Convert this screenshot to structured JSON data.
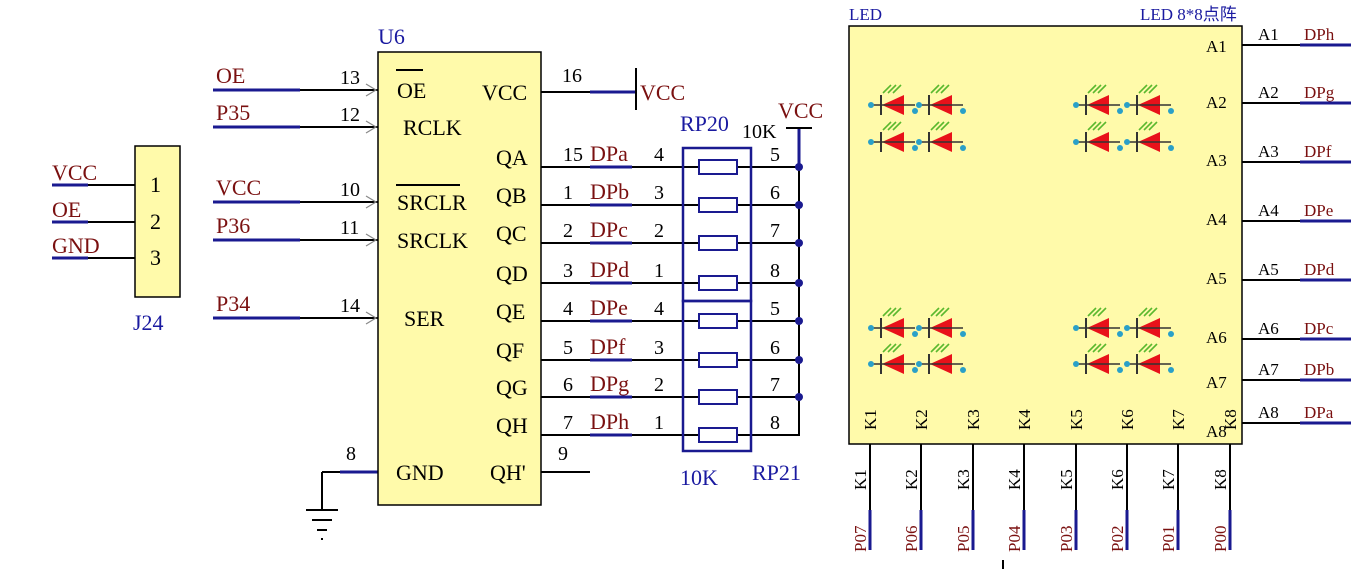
{
  "colors": {
    "chip_fill": "#fffaaa",
    "net_label": "#7a1010",
    "wire": "#1a1a90",
    "led_wire": "#2aa0c8",
    "led_red": "#e8111a",
    "led_green": "#5ab82e"
  },
  "j24": {
    "ref": "J24",
    "nets": [
      "VCC",
      "OE",
      "GND"
    ],
    "pins": [
      "1",
      "2",
      "3"
    ]
  },
  "u6": {
    "ref": "U6",
    "left_nets": [
      "OE",
      "P35",
      "VCC",
      "P36",
      "P34"
    ],
    "left_pin_nums": [
      "13",
      "12",
      "10",
      "11",
      "14"
    ],
    "left_pin_names": [
      "OE",
      "RCLK",
      "SRCLR",
      "SRCLK",
      "SER"
    ],
    "vcc_pin_num": "16",
    "vcc_pin_name": "VCC",
    "vcc_net": "VCC",
    "gnd_pin_num": "8",
    "gnd_pin_name": "GND",
    "q_names": [
      "QA",
      "QB",
      "QC",
      "QD",
      "QE",
      "QF",
      "QG",
      "QH"
    ],
    "q_pin_nums": [
      "15",
      "1",
      "2",
      "3",
      "4",
      "5",
      "6",
      "7"
    ],
    "q_nets": [
      "DPa",
      "DPb",
      "DPc",
      "DPd",
      "DPe",
      "DPf",
      "DPg",
      "DPh"
    ],
    "qh_prime_name": "QH'",
    "qh_prime_num": "9"
  },
  "resistors": {
    "rp20_ref": "RP20",
    "rp20_value": "10K",
    "rp21_ref": "RP21",
    "rp21_value": "10K",
    "left_pins": [
      "4",
      "3",
      "2",
      "1",
      "4",
      "3",
      "2",
      "1"
    ],
    "right_pins": [
      "5",
      "6",
      "7",
      "8",
      "5",
      "6",
      "7",
      "8"
    ],
    "pullup_net": "VCC"
  },
  "led": {
    "ref": "LED",
    "title": "LED 8*8点阵",
    "anode_pins": [
      "A1",
      "A2",
      "A3",
      "A4",
      "A5",
      "A6",
      "A7",
      "A8"
    ],
    "anode_outer_pins": [
      "A1",
      "A2",
      "A3",
      "A4",
      "A5",
      "A6",
      "A7",
      "A8"
    ],
    "anode_nets": [
      "DPh",
      "DPg",
      "DPf",
      "DPe",
      "DPd",
      "DPc",
      "DPb",
      "DPa"
    ],
    "cathode_pins": [
      "K1",
      "K2",
      "K3",
      "K4",
      "K5",
      "K6",
      "K7",
      "K8"
    ],
    "cathode_outer_pins": [
      "K1",
      "K2",
      "K3",
      "K4",
      "K5",
      "K6",
      "K7",
      "K8"
    ],
    "cathode_nets": [
      "P07",
      "P06",
      "P05",
      "P04",
      "P03",
      "P02",
      "P01",
      "P00"
    ]
  }
}
